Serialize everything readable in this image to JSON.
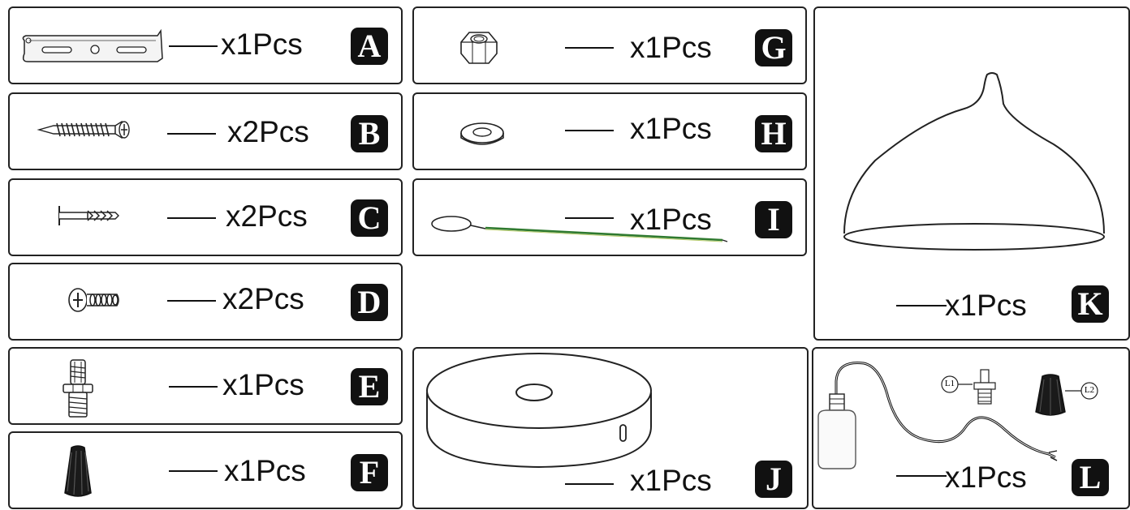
{
  "parts": [
    {
      "letter": "A",
      "qty": "x1Pcs",
      "icon": "crossbar-bracket-icon"
    },
    {
      "letter": "B",
      "qty": "x2Pcs",
      "icon": "wood-screw-icon"
    },
    {
      "letter": "C",
      "qty": "x2Pcs",
      "icon": "wall-anchor-icon"
    },
    {
      "letter": "D",
      "qty": "x2Pcs",
      "icon": "machine-screw-icon"
    },
    {
      "letter": "E",
      "qty": "x1Pcs",
      "icon": "threaded-nipple-icon"
    },
    {
      "letter": "F",
      "qty": "x1Pcs",
      "icon": "wire-nut-icon"
    },
    {
      "letter": "G",
      "qty": "x1Pcs",
      "icon": "hex-nut-icon"
    },
    {
      "letter": "H",
      "qty": "x1Pcs",
      "icon": "washer-icon"
    },
    {
      "letter": "I",
      "qty": "x1Pcs",
      "icon": "ground-wire-icon"
    },
    {
      "letter": "J",
      "qty": "x1Pcs",
      "icon": "ceiling-canopy-icon"
    },
    {
      "letter": "K",
      "qty": "x1Pcs",
      "icon": "pendant-shade-icon"
    },
    {
      "letter": "L",
      "qty": "x1Pcs",
      "icon": "socket-cord-icon"
    }
  ],
  "sub_labels": {
    "l1": "L1",
    "l2": "L2"
  }
}
